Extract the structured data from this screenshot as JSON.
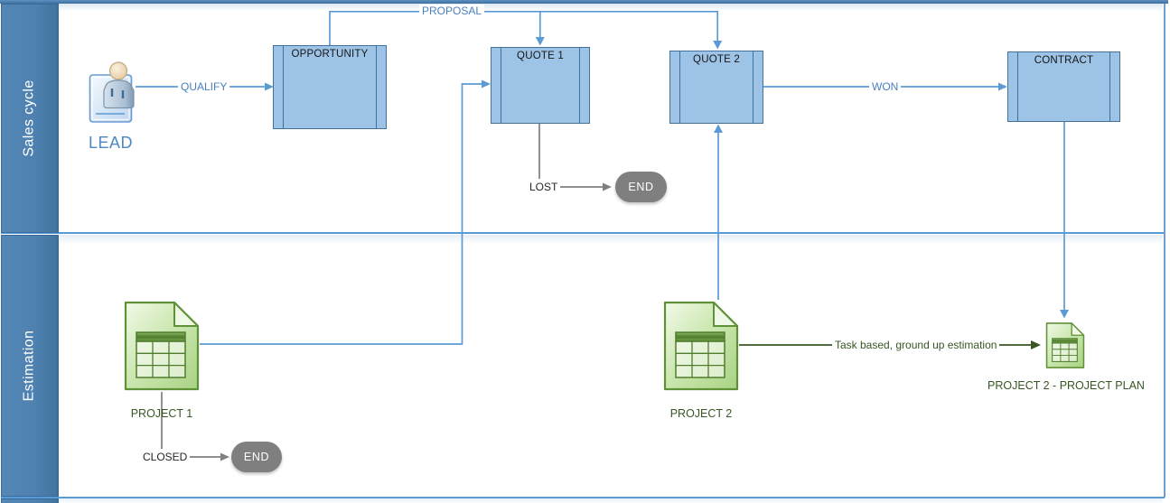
{
  "lanes": [
    {
      "label": "Sales cycle"
    },
    {
      "label": "Estimation"
    }
  ],
  "nodes": {
    "lead": {
      "label": "LEAD"
    },
    "opportunity": {
      "label": "OPPORTUNITY"
    },
    "quote1": {
      "label": "QUOTE 1"
    },
    "quote2": {
      "label": "QUOTE 2"
    },
    "contract": {
      "label": "CONTRACT"
    },
    "project1": {
      "label": "PROJECT 1"
    },
    "project2": {
      "label": "PROJECT 2"
    },
    "project_plan": {
      "label": "PROJECT 2 - PROJECT PLAN"
    },
    "end_sales": {
      "label": "END"
    },
    "end_estimation": {
      "label": "END"
    }
  },
  "connectors": {
    "qualify": {
      "label": "QUALIFY"
    },
    "proposal": {
      "label": "PROPOSAL"
    },
    "won": {
      "label": "WON"
    },
    "lost": {
      "label": "LOST"
    },
    "closed": {
      "label": "CLOSED"
    },
    "estimation_note": {
      "label": "Task based, ground up estimation"
    }
  },
  "colors": {
    "lane_header": "#4E81B0",
    "box_fill": "#9DC3E6",
    "box_border": "#41719C",
    "connector_blue": "#5B9BD5",
    "connector_gray": "#7F7F7F",
    "connector_green": "#375623",
    "label_blue": "#4A81BD",
    "doc_border_green": "#5F9136",
    "end_fill": "#7F7F7F"
  }
}
